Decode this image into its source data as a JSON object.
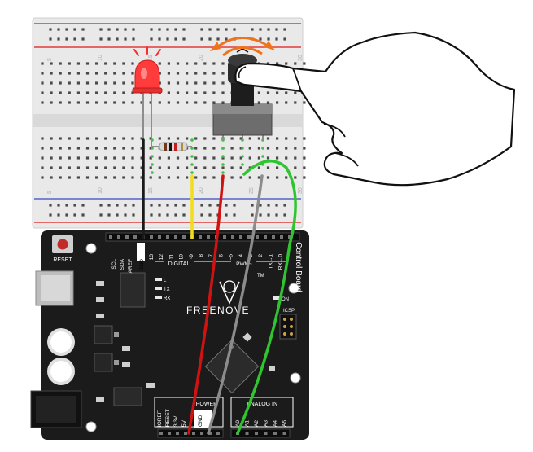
{
  "board": {
    "brand": "FREENOVE",
    "side_label": "Control Board",
    "reset_label": "RESET",
    "tm_label": "TM",
    "icsp_label": "ICSP",
    "led_labels": [
      "L",
      "TX",
      "RX"
    ],
    "on_label": "ON",
    "digital_label": "DIGITAL",
    "pwm_label": "PWM~",
    "power_label": "POWER",
    "analog_label": "ANALOG IN",
    "left_header_labels": [
      "SCL",
      "SDA",
      "AREF",
      "GND"
    ],
    "digital_pins": [
      "13",
      "12",
      "~11",
      "~10",
      "~9",
      "8",
      "7",
      "~6",
      "~5",
      "4",
      "~3",
      "2",
      "TX→1",
      "RX←0"
    ],
    "power_pins": [
      "IOREF",
      "RESET",
      "3.3V",
      "5V",
      "GND",
      "GND",
      "Vin"
    ],
    "analog_pins": [
      "A0",
      "A1",
      "A2",
      "A3",
      "A4",
      "A5"
    ]
  },
  "breadboard": {
    "column_numbers": [
      "5",
      "10",
      "15",
      "20",
      "25",
      "30"
    ]
  },
  "colors": {
    "board": "#1b1b1b",
    "breadboard": "#e9e9e9",
    "rail_red": "#e23b3b",
    "rail_blue": "#5563c9",
    "wire_black": "#1a1a1a",
    "wire_yellow": "#f2dd1d",
    "wire_red": "#cf1313",
    "wire_gray": "#8c8c8c",
    "wire_green": "#2fc52f",
    "led": "#ff3b3b",
    "arrow": "#f0731c"
  }
}
